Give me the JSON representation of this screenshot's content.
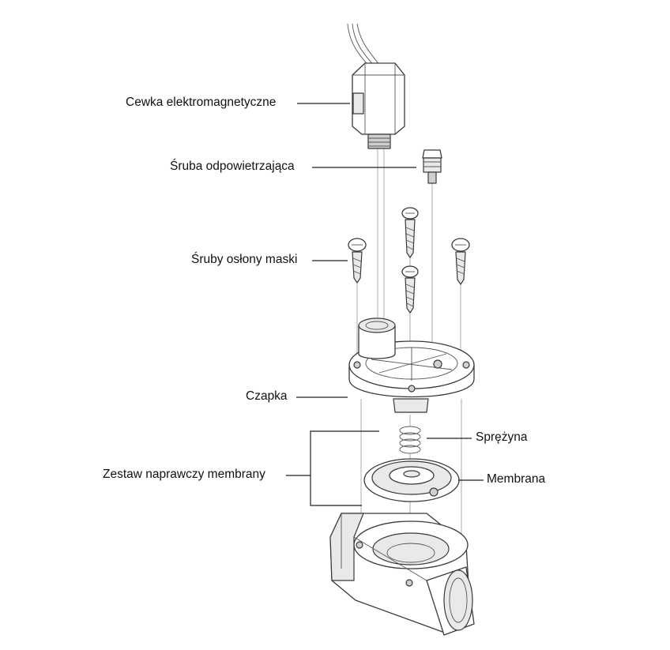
{
  "labels": {
    "solenoid": "Cewka elektromagnetyczne",
    "bleed_screw": "Śruba odpowietrzająca",
    "cover_screws": "Śruby osłony maski",
    "bonnet": "Czapka",
    "spring": "Sprężyna",
    "repair_kit": "Zestaw naprawczy membrany",
    "diaphragm": "Membrana"
  },
  "colors": {
    "line": "#222222",
    "part_fill": "#e9e9e9",
    "part_stroke": "#3a3a3a"
  }
}
